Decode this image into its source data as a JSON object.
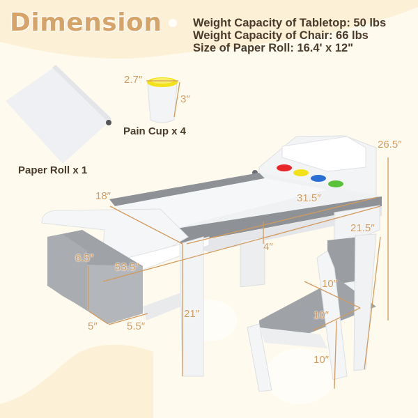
{
  "title": "Dimension",
  "specs": [
    "Weight Capacity of Tabletop: 50 lbs",
    "Weight Capacity of Chair: 66 lbs",
    "Size of Paper Roll: 16.4' x 12\""
  ],
  "accessories": {
    "paint_cup": {
      "label": "Pain Cup x 4",
      "diameter": "2.7″",
      "height": "3″"
    },
    "paper_roll": {
      "label": "Paper Roll x 1"
    }
  },
  "table_dimensions": {
    "depth": "18″",
    "tray_width": "31.5″",
    "total_height": "26.5″",
    "total_width": "53.5″",
    "shelf_height": "4″",
    "table_height": "21″",
    "bin_height": "6.5″",
    "bin_depth": "5″",
    "bin_width": "5.5″"
  },
  "chair_dimensions": {
    "total_height": "21.5″",
    "seat_depth": "10″",
    "seat_width": "10″",
    "seat_height": "10″"
  },
  "colors": {
    "background": "#fefbee",
    "background_wave": "#fcf0d6",
    "title": "#d6a468",
    "dimension_text": "#d39a5c",
    "spec_text": "#4a3a2c",
    "cup_red": "#e8262a",
    "cup_yellow": "#f3e21a",
    "cup_blue": "#2a6fd6",
    "cup_green": "#5ac23a"
  }
}
